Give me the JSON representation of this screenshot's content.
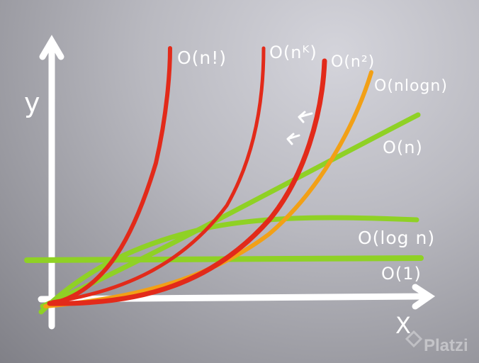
{
  "axes": {
    "x_label": "X",
    "y_label": "y"
  },
  "curves": [
    {
      "key": "o1",
      "label": "O(1)",
      "color": "#8fd125"
    },
    {
      "key": "ologn",
      "label": "O(log n)",
      "color": "#8fd125"
    },
    {
      "key": "on",
      "label": "O(n)",
      "color": "#8fd125"
    },
    {
      "key": "onlogn",
      "label": "O(nlogn)",
      "color": "#f2a016"
    },
    {
      "key": "on2",
      "label": "O(n²)",
      "color": "#e22a1a"
    },
    {
      "key": "onk",
      "label": "O(nᴷ)",
      "color": "#e22a1a"
    },
    {
      "key": "onfact",
      "label": "O(n!)",
      "color": "#e22a1a"
    }
  ],
  "watermark": {
    "brand": "Platzi"
  }
}
